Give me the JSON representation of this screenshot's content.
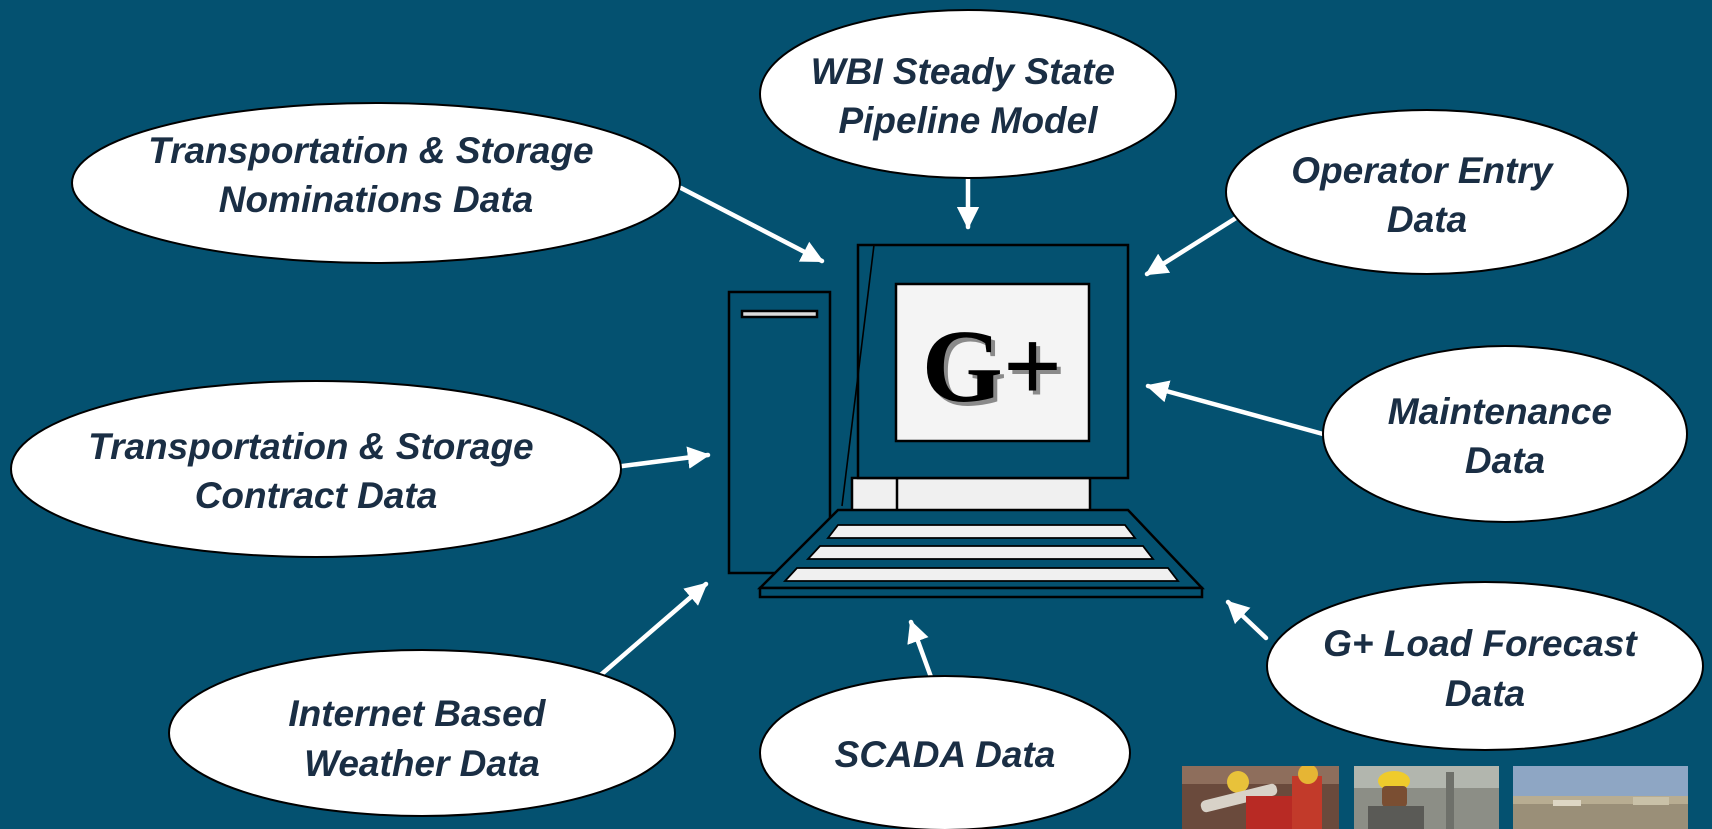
{
  "center_screen_label": "G+",
  "data_sources": [
    {
      "id": "nominations",
      "lines": [
        "Transportation & Storage",
        "Nominations Data"
      ]
    },
    {
      "id": "pipeline-model",
      "lines": [
        "WBI Steady State",
        "Pipeline Model"
      ]
    },
    {
      "id": "operator-entry",
      "lines": [
        "Operator Entry",
        "Data"
      ]
    },
    {
      "id": "contract",
      "lines": [
        "Transportation & Storage",
        "Contract Data"
      ]
    },
    {
      "id": "maintenance",
      "lines": [
        "Maintenance",
        "Data"
      ]
    },
    {
      "id": "weather",
      "lines": [
        "Internet Based",
        "Weather Data"
      ]
    },
    {
      "id": "scada",
      "lines": [
        "SCADA Data"
      ]
    },
    {
      "id": "load-forecast",
      "lines": [
        "G+ Load Forecast",
        "Data"
      ]
    }
  ],
  "colors": {
    "background": "#045170",
    "oval_fill": "#ffffff",
    "oval_text": "#1a2e44",
    "arrow": "#ffffff",
    "computer_fill": "#045170",
    "computer_outline": "#000000",
    "screen_fill": "#f4f4f4"
  },
  "icons": [
    "computer-icon",
    "photo-thumbnail"
  ]
}
